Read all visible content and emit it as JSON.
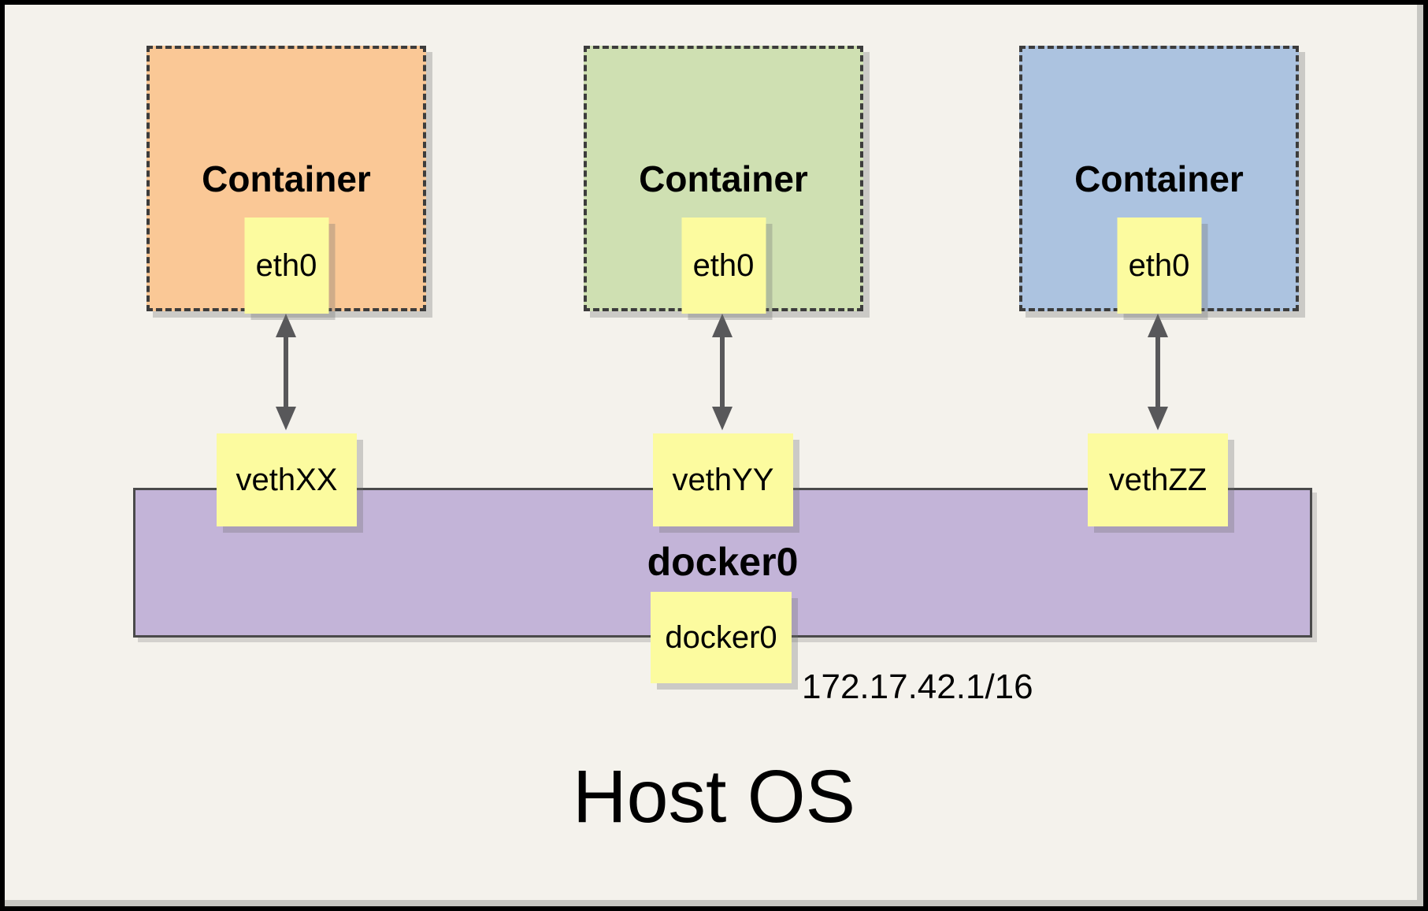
{
  "diagram": {
    "host_label": "Host OS",
    "containers": [
      {
        "title": "Container",
        "iface": "eth0",
        "veth": "vethXX",
        "color": "#FAC896"
      },
      {
        "title": "Container",
        "iface": "eth0",
        "veth": "vethYY",
        "color": "#CFE0B2"
      },
      {
        "title": "Container",
        "iface": "eth0",
        "veth": "vethZZ",
        "color": "#ACC3E0"
      }
    ],
    "bridge": {
      "label": "docker0",
      "iface_box": "docker0",
      "ip": "172.17.42.1/16",
      "color": "#C3B4D8"
    },
    "colors": {
      "background": "#F4F2EC",
      "note_fill": "#FCFB9F",
      "arrow": "#58585A",
      "frame_border": "#000000",
      "dashed_border": "#3C3C3C"
    }
  }
}
